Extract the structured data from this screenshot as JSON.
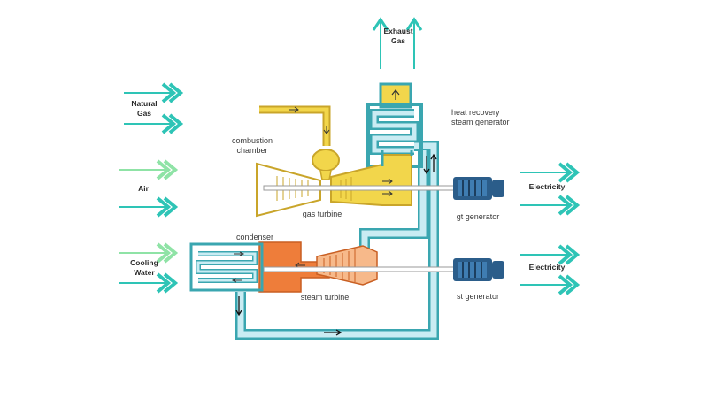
{
  "labels": {
    "exhaust_gas": "Exhaust\nGas",
    "natural_gas": "Natural\nGas",
    "air": "Air",
    "cooling_water": "Cooling\nWater",
    "electricity_gt": "Electricity",
    "electricity_st": "Electricity",
    "combustion_chamber": "combustion\nchamber",
    "gas_turbine": "gas turbine",
    "heat_recovery": "heat recovery\nsteam generator",
    "gt_generator": "gt generator",
    "condenser": "condenser",
    "steam_turbine": "steam turbine",
    "st_generator": "st generator"
  },
  "colors": {
    "water_pipe_outer": "#3aa6b0",
    "water_pipe_inner": "#c9ecf3",
    "gas_fill": "#f2d64b",
    "gas_stroke": "#c9a52a",
    "steam_fill": "#ee7d3a",
    "steam_light": "#f7b98a",
    "generator": "#2b5d8a",
    "arrow_dark": "#2ec4b6",
    "arrow_light": "#8fe3a6"
  }
}
